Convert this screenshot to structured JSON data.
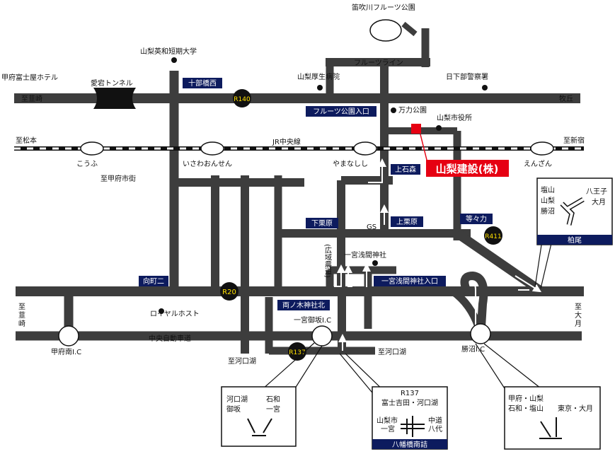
{
  "colors": {
    "road": "#3d3d3d",
    "navy": "#0d1b5e",
    "red": "#e60012",
    "black": "#111111",
    "white": "#ffffff",
    "rail": "#111111"
  },
  "title": {
    "company": "山梨建設(株)"
  },
  "roads": {
    "fruit_line": "フルーツライン",
    "jr": "JR中央線",
    "expressway": "中央自動車道",
    "hiroiki": "(広域農道)",
    "gs": "GS"
  },
  "route_badges": {
    "r140": "R140",
    "r20": "R20",
    "r411": "R411",
    "r137": "R137"
  },
  "stations": {
    "kofu": "こうふ",
    "isawa": "いさわおんせん",
    "yamanashi": "やまなしし",
    "enzan": "えんざん"
  },
  "navy_labels": {
    "jurobashi": "十部橋西",
    "fruit_park_entrance": "フルーツ公園入口",
    "kamiishimori": "上石森",
    "shimokurihara": "下栗原",
    "kamikurihara": "上栗原",
    "todoriki": "等々力",
    "mukaimachi": "向町二",
    "ichinomiya_sengen_entrance": "一宮浅間神社入口",
    "ryonoki": "両ノ木神社北",
    "kashio": "柏尾",
    "hachimanbashi": "八幡橋南詰"
  },
  "places": {
    "fuefuki_park": "笛吹川フルーツ公園",
    "yamanashi_eiwa": "山梨英和短期大学",
    "koseibyoin": "山梨厚生病院",
    "kusakabe": "日下部警察署",
    "fuji_hotel": "甲府富士屋ホテル",
    "atago": "愛宕トンネル",
    "manriki": "万力公園",
    "shiyakusho": "山梨市役所",
    "royal": "ロイヤルホスト",
    "sengen_jinja": "一宮浅間神社"
  },
  "directions": {
    "nirasaki_top": "至韮崎",
    "makioka": "牧丘",
    "matsumoto": "至松本",
    "shinjuku": "至新宿",
    "kofu_shigai": "至甲府市街",
    "nirasaki_left": [
      "至",
      "韮",
      "崎"
    ],
    "otsuki": [
      "至",
      "大",
      "月"
    ],
    "kawaguchiko1": "至河口湖",
    "kawaguchiko2": "至河口湖"
  },
  "interchanges": {
    "kofu_minami": "甲府南I.C",
    "ichinomiya": "一宮御坂I.C",
    "katsunuma": "勝沼I.C"
  },
  "insets": {
    "kashio": {
      "tl": "塩山",
      "tl2": "山梨",
      "tl3": "勝沼",
      "tr": "八王子",
      "tr2": "大月",
      "foot": "柏尾"
    },
    "misaka": {
      "tl": "河口湖",
      "tl2": "御坂",
      "tr": "石和",
      "tr2": "一宮"
    },
    "hachiman": {
      "top": "R137",
      "top2": "富士吉田・河口湖",
      "l": "山梨市",
      "l2": "一宮",
      "r": "中道",
      "r2": "八代",
      "foot": "八幡橋南詰"
    },
    "katsunuma": {
      "tl": "甲府・山梨",
      "tl2": "石和・塩山",
      "tr": "東京・大月"
    }
  }
}
